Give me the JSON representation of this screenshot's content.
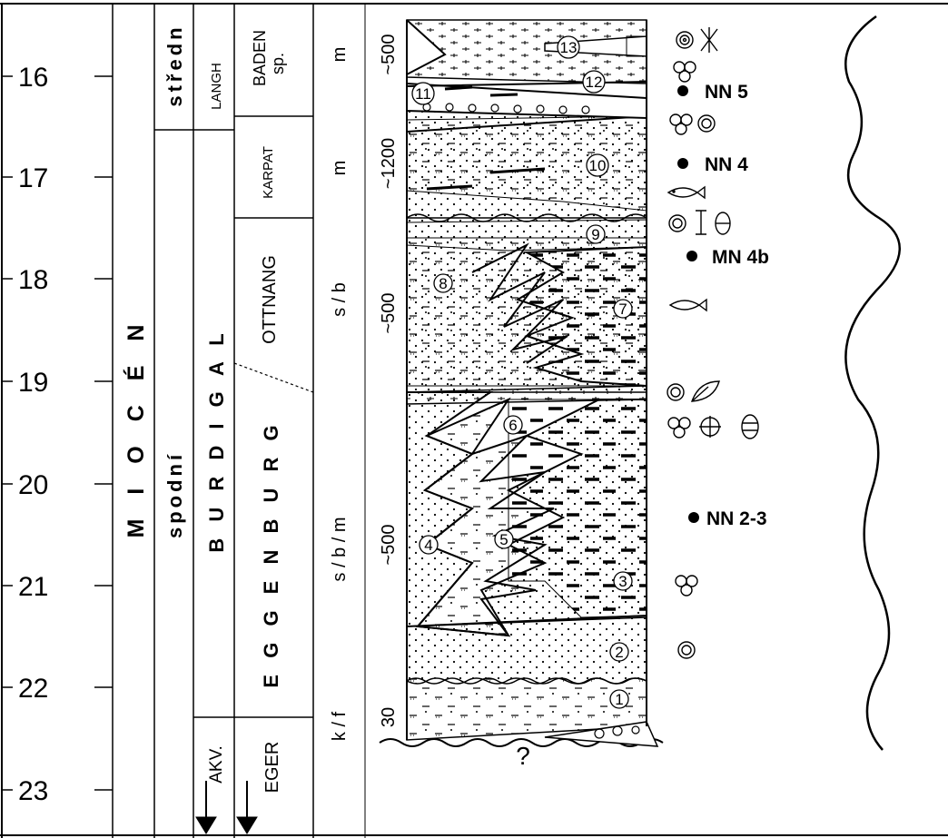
{
  "ages": [
    "16",
    "17",
    "18",
    "19",
    "20",
    "21",
    "22",
    "23"
  ],
  "epoch": "M I O C É N",
  "subepochs": {
    "middle": "středn",
    "lower": "spodní"
  },
  "stages": {
    "langh": "LANGH",
    "burdigal": "B U R D I G A L",
    "akv": "AKV."
  },
  "regional": {
    "baden": "BADEN",
    "karpat": "KARPAT",
    "ottnang": "OTTNANG",
    "eggenburg": "E G G E N B U R G",
    "eger": "EGER"
  },
  "subunits": {
    "baden": "sp."
  },
  "facies": [
    "m",
    "m",
    "s / b",
    "s / b / m",
    "k / f"
  ],
  "thickness": [
    "~500",
    "~1200",
    "~500",
    "~500",
    "30"
  ],
  "unit_numbers": [
    "1",
    "2",
    "3",
    "4",
    "5",
    "6",
    "7",
    "8",
    "9",
    "10",
    "11",
    "12",
    "13"
  ],
  "biozones": [
    "NN 5",
    "NN 4",
    "MN 4b",
    "NN 2-3"
  ],
  "unknown_marker": "?",
  "colors": {
    "line": "#000000",
    "background": "#ffffff"
  }
}
